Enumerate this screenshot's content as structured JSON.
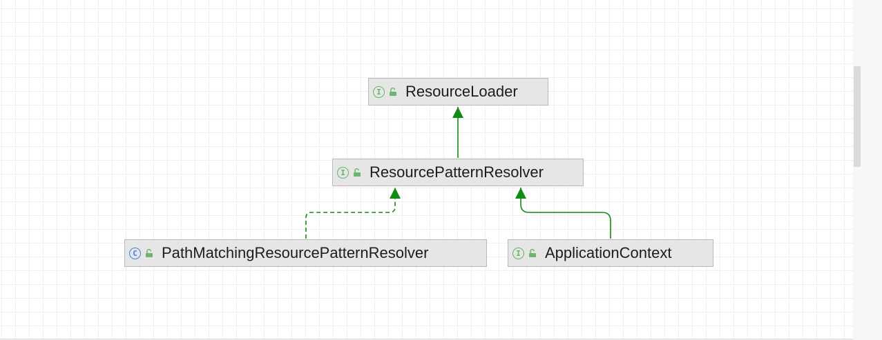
{
  "diagram": {
    "nodes": [
      {
        "id": "resource-loader",
        "kind": "interface",
        "kind_glyph": "I",
        "label": "ResourceLoader"
      },
      {
        "id": "resource-pattern-resolver",
        "kind": "interface",
        "kind_glyph": "I",
        "label": "ResourcePatternResolver"
      },
      {
        "id": "path-matching-resource-pattern-resolver",
        "kind": "class",
        "kind_glyph": "C",
        "label": "PathMatchingResourcePatternResolver"
      },
      {
        "id": "application-context",
        "kind": "interface",
        "kind_glyph": "I",
        "label": "ApplicationContext"
      }
    ],
    "edges": [
      {
        "from": "resource-pattern-resolver",
        "to": "resource-loader",
        "type": "extends",
        "style": "solid"
      },
      {
        "from": "path-matching-resource-pattern-resolver",
        "to": "resource-pattern-resolver",
        "type": "implements",
        "style": "dashed"
      },
      {
        "from": "application-context",
        "to": "resource-pattern-resolver",
        "type": "extends",
        "style": "solid"
      }
    ],
    "colors": {
      "edge": "#138a13",
      "interface_badge": "#5fb665",
      "class_badge": "#3d7fe0",
      "access_icon": "#6fb56f",
      "node_fill": "#e6e6e6",
      "node_border": "#b8b8b8"
    },
    "icons": {
      "interface": "interface-icon",
      "class": "class-icon",
      "access": "unlocked-padlock-icon"
    }
  }
}
